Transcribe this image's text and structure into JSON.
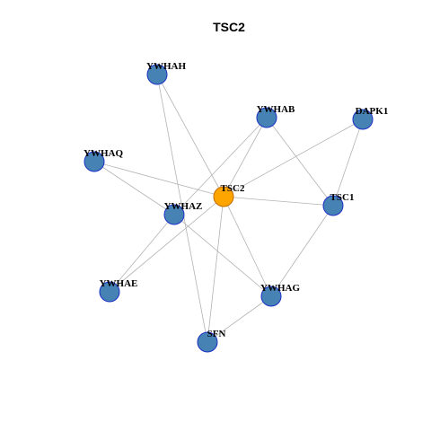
{
  "title": "TSC2",
  "colors": {
    "center_fill": "#FFA500",
    "center_stroke": "#C26A00",
    "node_fill": "#4682B4",
    "node_stroke": "#1C30C8",
    "edge": "#B3B3B3"
  },
  "nodes": [
    {
      "id": "TSC2",
      "center": true
    },
    {
      "id": "YWHAH"
    },
    {
      "id": "YWHAB"
    },
    {
      "id": "DAPK1"
    },
    {
      "id": "YWHAQ"
    },
    {
      "id": "YWHAZ"
    },
    {
      "id": "TSC1"
    },
    {
      "id": "YWHAE"
    },
    {
      "id": "YWHAG"
    },
    {
      "id": "SFN"
    }
  ],
  "edges": [
    [
      "YWHAH",
      "TSC2"
    ],
    [
      "YWHAH",
      "SFN"
    ],
    [
      "YWHAB",
      "TSC1"
    ],
    [
      "YWHAB",
      "YWHAZ"
    ],
    [
      "YWHAB",
      "TSC2"
    ],
    [
      "DAPK1",
      "TSC2"
    ],
    [
      "DAPK1",
      "TSC1"
    ],
    [
      "YWHAQ",
      "TSC2"
    ],
    [
      "YWHAQ",
      "YWHAZ"
    ],
    [
      "TSC2",
      "TSC1"
    ],
    [
      "TSC2",
      "YWHAG"
    ],
    [
      "TSC2",
      "SFN"
    ],
    [
      "TSC2",
      "YWHAE"
    ],
    [
      "YWHAZ",
      "YWHAE"
    ],
    [
      "YWHAZ",
      "YWHAG"
    ],
    [
      "TSC1",
      "YWHAG"
    ],
    [
      "YWHAG",
      "SFN"
    ]
  ]
}
